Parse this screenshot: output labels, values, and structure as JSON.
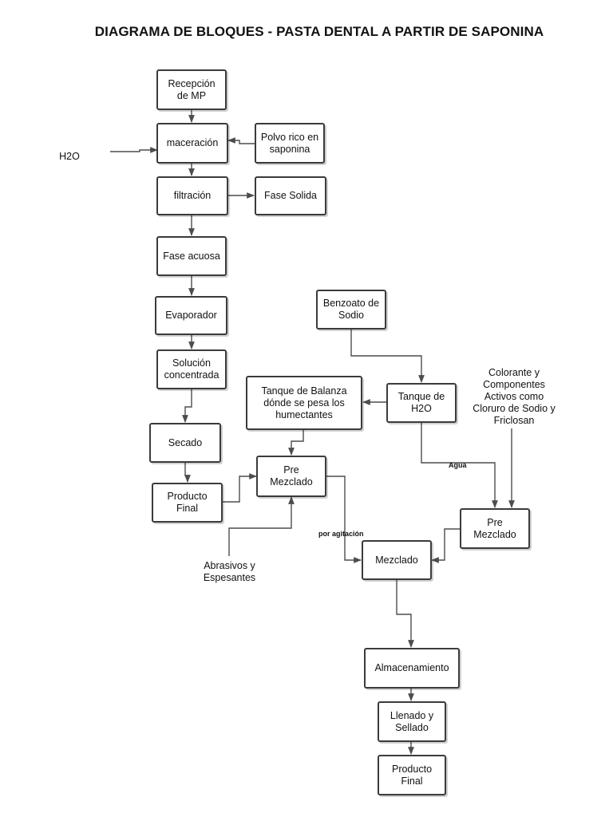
{
  "title": "DIAGRAMA DE BLOQUES - PASTA DENTAL A PARTIR DE SAPONINA",
  "boxes": {
    "recepcion": "Recepción de MP",
    "maceracion": "maceración",
    "polvo": "Polvo rico en saponina",
    "filtracion": "filtración",
    "fase_solida": "Fase Solida",
    "fase_acuosa": "Fase acuosa",
    "evaporador": "Evaporador",
    "solucion": "Solución concentrada",
    "secado": "Secado",
    "producto_final_1": "Producto Final",
    "benzoato": "Benzoato de Sodio",
    "tanque_balanza": "Tanque de Balanza dónde se pesa los humectantes",
    "tanque_h2o": "Tanque de H2O",
    "pre_mezclado_1": "Pre Mezclado",
    "pre_mezclado_2": "Pre Mezclado",
    "mezclado": "Mezclado",
    "almacenamiento": "Almacenamiento",
    "llenado": "Llenado y Sellado",
    "producto_final_2": "Producto Final"
  },
  "labels": {
    "h2o": "H2O",
    "colorante": "Colorante y Componentes Activos como Cloruro de Sodio y Friclosan",
    "abrasivos": "Abrasivos y Espesantes",
    "agua": "Agua",
    "por_agitacion": "por agitación"
  }
}
